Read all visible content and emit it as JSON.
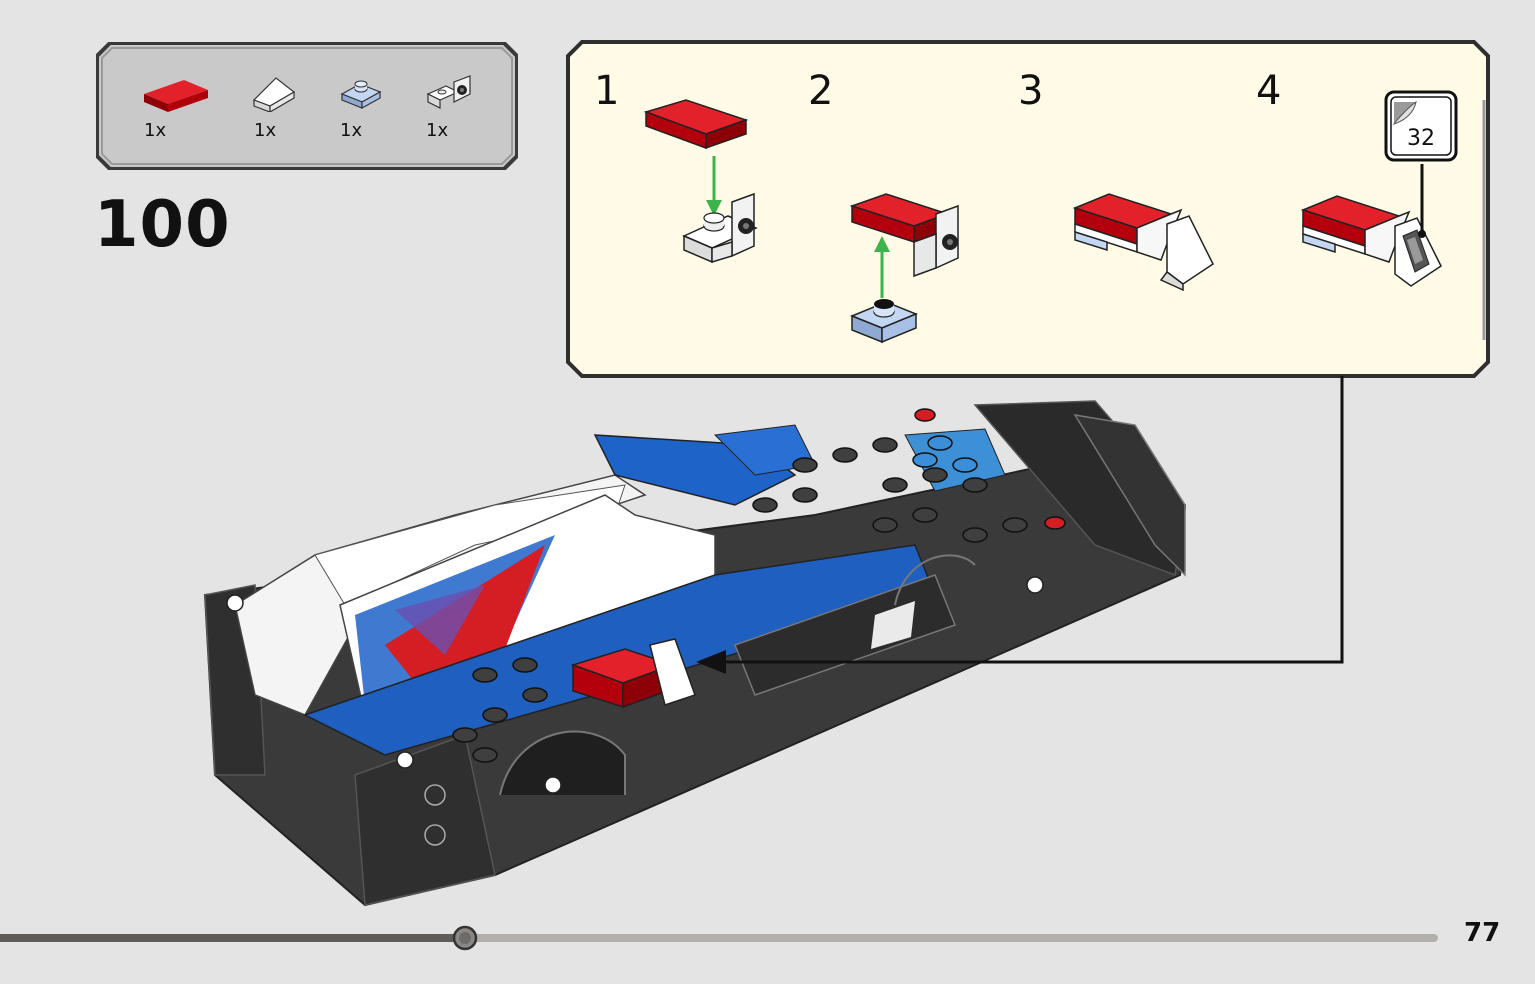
{
  "parts_list": {
    "items": [
      {
        "name": "red-tile-1x2",
        "qty": "1x",
        "color": "#c8000f"
      },
      {
        "name": "white-slope-1x1",
        "qty": "1x",
        "color": "#f2f2f2"
      },
      {
        "name": "light-blue-plate-1x1",
        "qty": "1x",
        "color": "#a9c4ea"
      },
      {
        "name": "white-bracket-with-stud",
        "qty": "1x",
        "color": "#f2f2f2"
      }
    ]
  },
  "step": {
    "number": "100"
  },
  "sub_assembly": {
    "steps": [
      "1",
      "2",
      "3",
      "4"
    ],
    "sticker_number": "32",
    "background": "#fffbe6"
  },
  "progress": {
    "fraction": 0.323
  },
  "footer": {
    "page_number": "77"
  },
  "colors": {
    "accent_red": "#c8000f",
    "accent_blue": "#1e63c8",
    "dark_gray": "#3a3a3a",
    "arrow_green": "#3cb44b"
  }
}
